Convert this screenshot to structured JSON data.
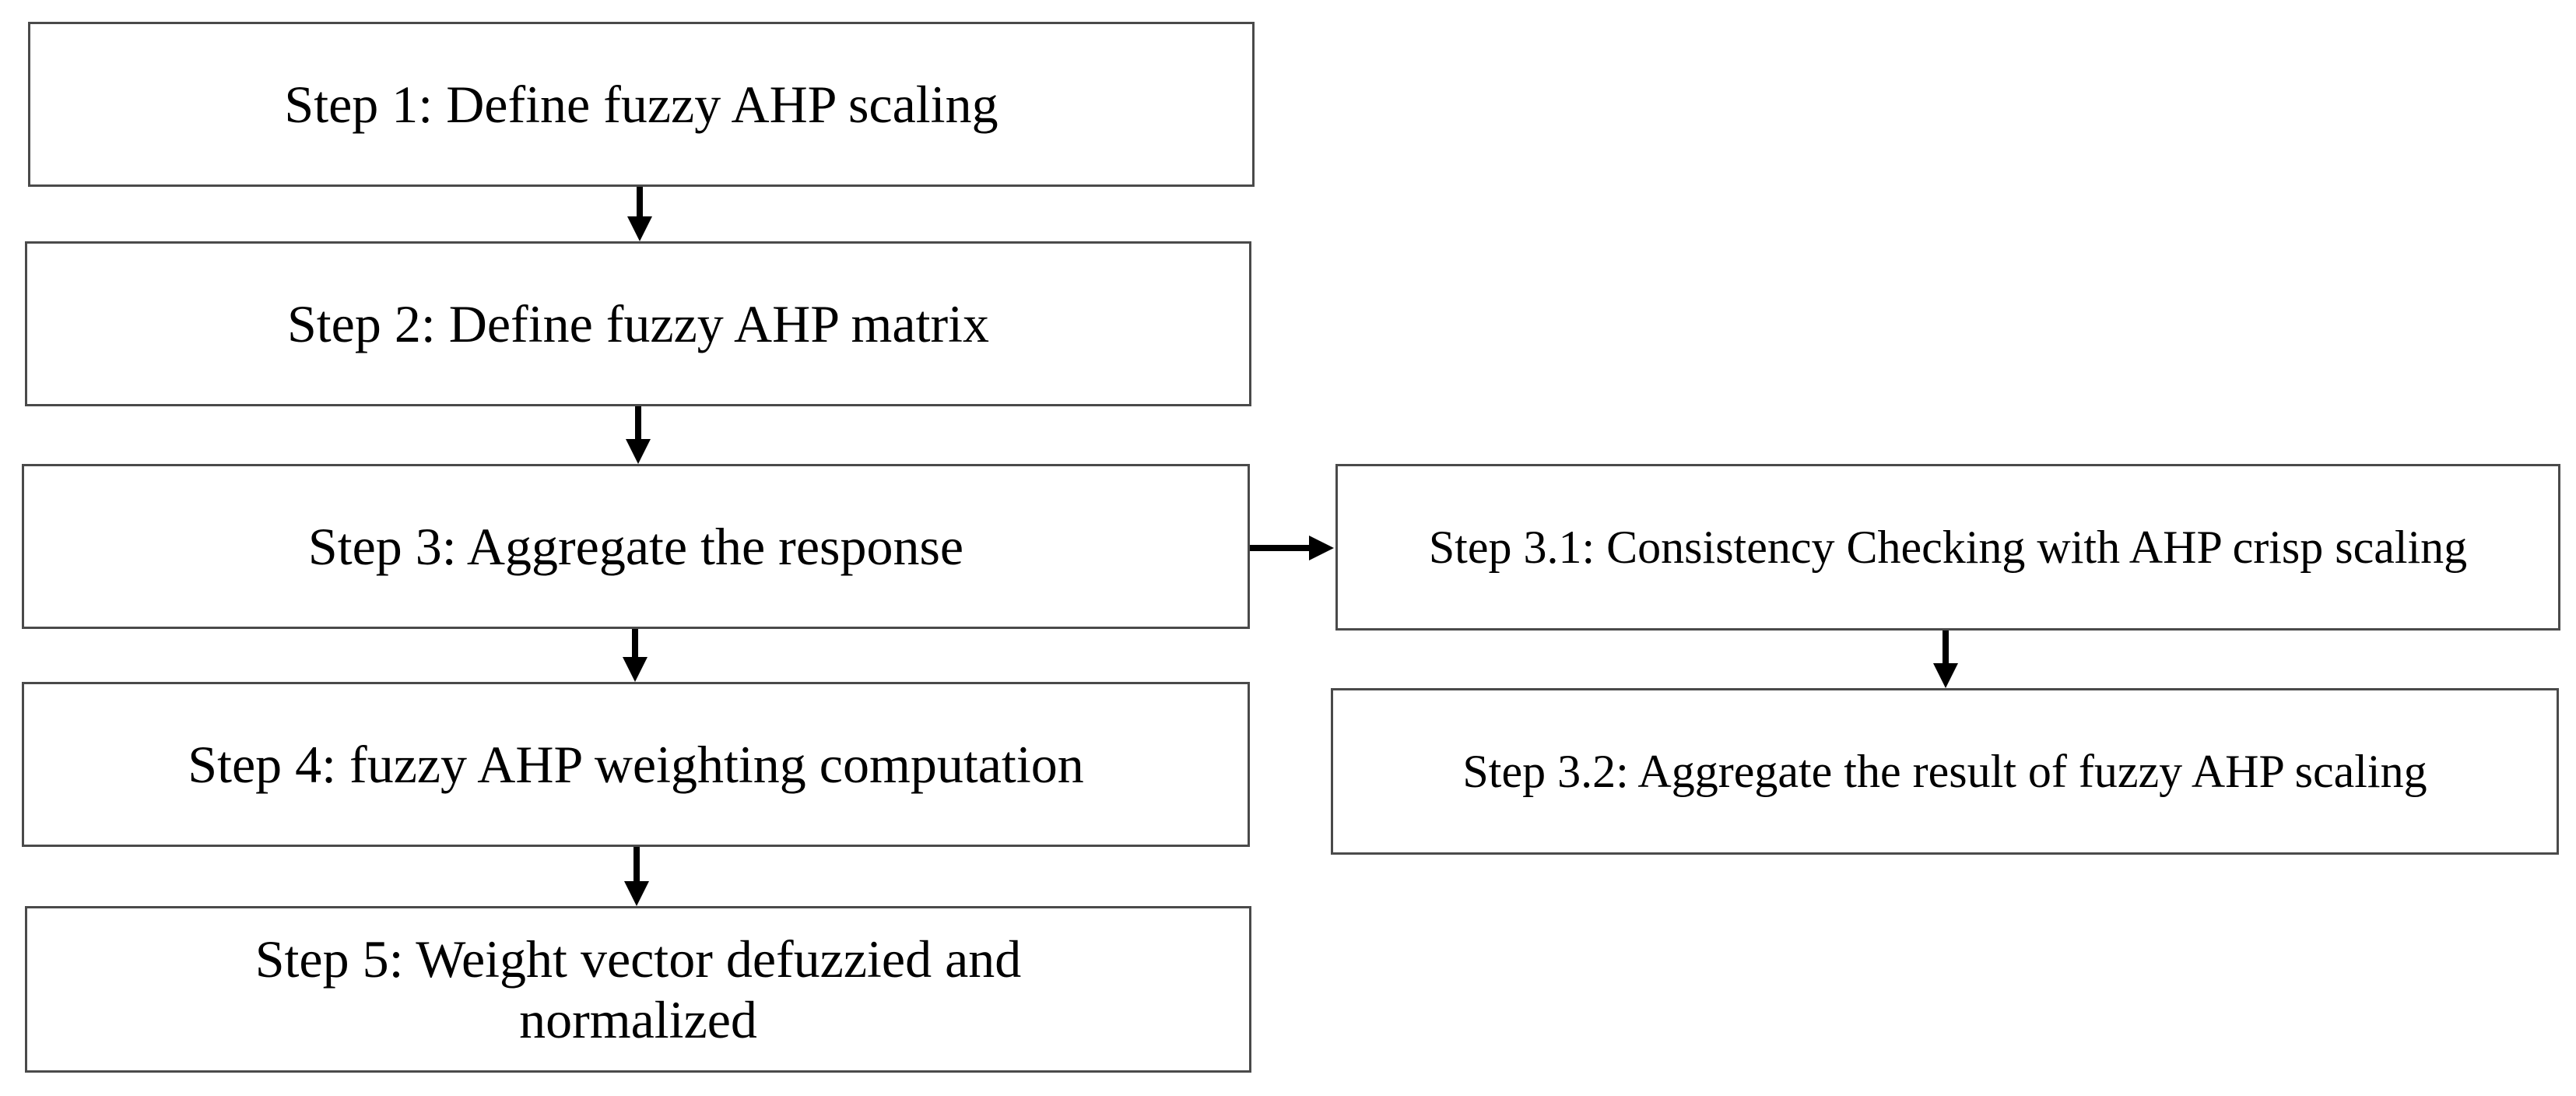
{
  "flowchart": {
    "steps": [
      {
        "id": "s1",
        "label": "Step 1: Define fuzzy AHP scaling"
      },
      {
        "id": "s2",
        "label": "Step 2: Define fuzzy AHP matrix"
      },
      {
        "id": "s3",
        "label": "Step 3: Aggregate the response"
      },
      {
        "id": "s4",
        "label": "Step 4: fuzzy AHP weighting computation"
      },
      {
        "id": "s5",
        "label": "Step 5: Weight vector defuzzied and normalized"
      }
    ],
    "substeps": [
      {
        "id": "s31",
        "label": "Step 3.1: Consistency Checking with AHP crisp scaling"
      },
      {
        "id": "s32",
        "label": "Step 3.2: Aggregate the result of fuzzy AHP scaling"
      }
    ],
    "edges": [
      {
        "from": "s1",
        "to": "s2"
      },
      {
        "from": "s2",
        "to": "s3"
      },
      {
        "from": "s3",
        "to": "s4"
      },
      {
        "from": "s4",
        "to": "s5"
      },
      {
        "from": "s3",
        "to": "s31"
      },
      {
        "from": "s31",
        "to": "s32"
      }
    ],
    "colors": {
      "box_border": "#4a4a4a",
      "arrow": "#000000",
      "text": "#000000",
      "background": "#ffffff"
    }
  }
}
